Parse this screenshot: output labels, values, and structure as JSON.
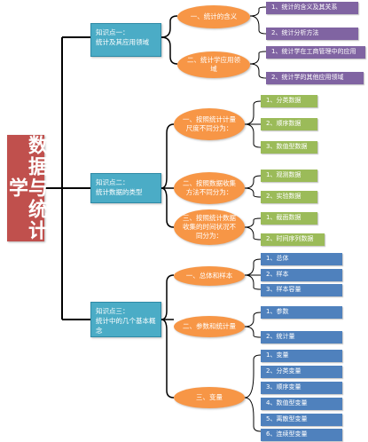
{
  "title": "数据与统计学",
  "colors": {
    "title_bg": "#c0504d",
    "knowledge_bg": "#4bacc6",
    "oval_bg": "#f79646",
    "purple_leaf": "#8064a2",
    "green_leaf": "#9bbb59",
    "blue_leaf": "#4f81bd"
  },
  "k1": {
    "label": "知识点一：\n统计及其应用领域",
    "branches": [
      {
        "label": "一、统计的含义",
        "leaves": [
          "1、统计的含义及其关系",
          "2、统计分析方法"
        ]
      },
      {
        "label": "二、统计学应用领域",
        "leaves": [
          "1、统计学在工商管理中的应用",
          "2、统计学的其他应用领域"
        ]
      }
    ]
  },
  "k2": {
    "label": "知识点二：\n统计数据的类型",
    "branches": [
      {
        "label": "一、按照统计计量尺度不同分为：",
        "leaves": [
          "1、分类数据",
          "2、顺序数据",
          "3、数值型数据"
        ]
      },
      {
        "label": "二、按照数据收集方法不同分为：",
        "leaves": [
          "1、观测数据",
          "2、实验数据"
        ]
      },
      {
        "label": "三、按照统计数据收集的时间状况不同分为：",
        "leaves": [
          "1、截面数据",
          "2、时间序列数据"
        ]
      }
    ]
  },
  "k3": {
    "label": "知识点三：\n统计中的几个基本概念",
    "branches": [
      {
        "label": "一、总体和样本",
        "leaves": [
          "1、总体",
          "2、样本",
          "3、样本容量"
        ]
      },
      {
        "label": "二、参数和统计量",
        "leaves": [
          "1、参数",
          "2、统计量"
        ]
      },
      {
        "label": "三、变量",
        "leaves": [
          "1、变量",
          "2、分类变量",
          "3、顺序变量",
          "4、数值型变量",
          "5、离散型变量",
          "6、连续型变量"
        ]
      }
    ]
  }
}
